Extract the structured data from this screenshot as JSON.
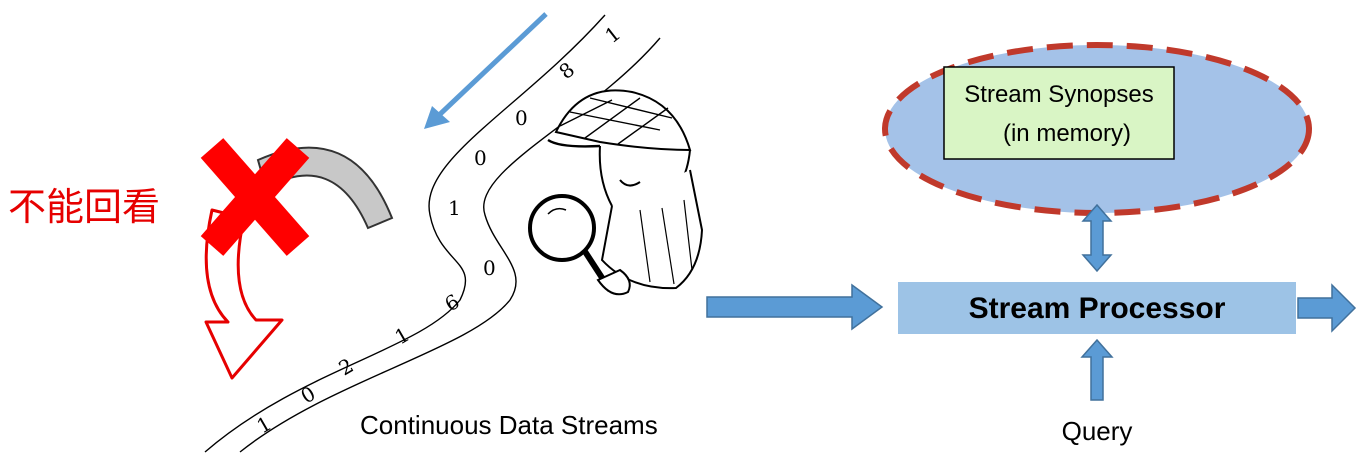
{
  "no_look_back_label": "不能回看",
  "stream_digits": [
    "1",
    "8",
    "0",
    "0",
    "1",
    "0",
    "6",
    "1",
    "2",
    "0",
    "1"
  ],
  "stream_caption": "Continuous Data Streams",
  "synopses": {
    "line1": "Stream Synopses",
    "line2": "(in memory)"
  },
  "processor_label": "Stream Processor",
  "query_label": "Query",
  "colors": {
    "arrow_blue": "#5b9bd5",
    "arrow_blue_dark": "#41719c",
    "cross_red": "#ff0000",
    "processor_fill": "#9dc3e6",
    "ellipse_fill": "#a4c2e8",
    "ellipse_border": "#c0392b",
    "synopses_fill": "#d9f5c5",
    "gray_arc": "#c8c8c8"
  },
  "icons": [
    "detective-with-magnifier-icon",
    "red-cross-icon",
    "curved-back-arrow-icon"
  ]
}
